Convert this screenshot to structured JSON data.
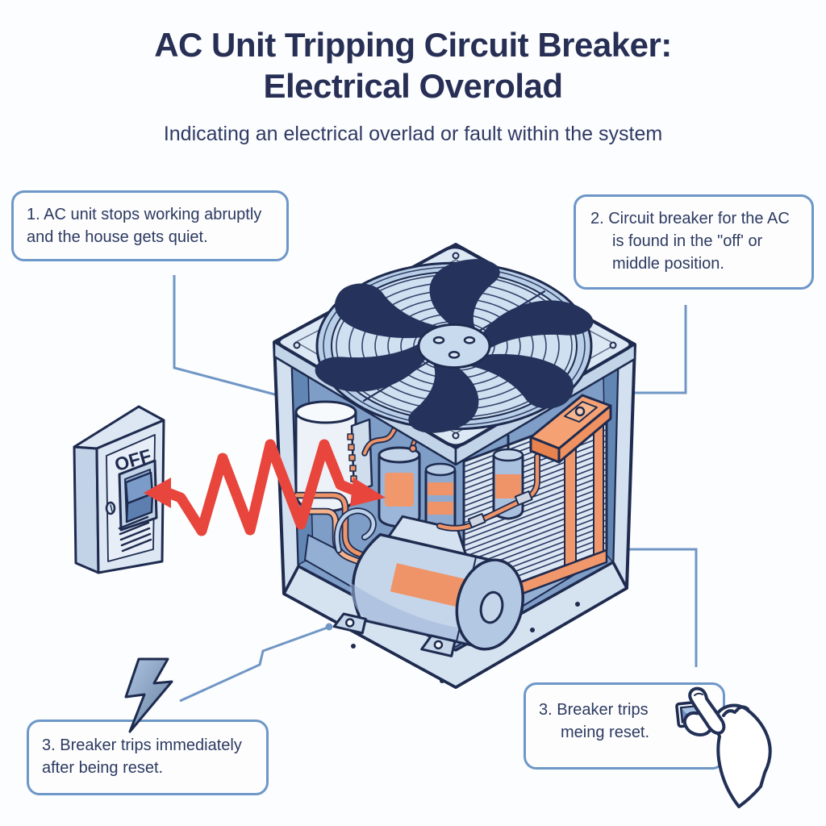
{
  "title": {
    "line1": "AC Unit Tripping Circuit Breaker:",
    "line2": "Electrical Overolad"
  },
  "subtitle": "Indicating an electrical overlad or fault within the system",
  "callouts": {
    "step1": "1. AC unit stops working abruptly and the house gets quiet.",
    "step2": "2. Circuit breaker for the AC is found in the \"off' or middle position.",
    "step3_left": "3. Breaker trips immediately after being reset.",
    "step3_right": "3. Breaker trips meing reset."
  },
  "diagram": {
    "breaker_switch_label": "OFF",
    "icons": [
      "fan-icon",
      "breaker-panel-icon",
      "zigzag-arrow-icon",
      "lightning-bolt-icon",
      "breaker-switch-icon",
      "hand-pressing-breaker-icon"
    ],
    "colors": {
      "accent_red": "#e8453c",
      "steel_blue": "#7096c5",
      "navy_outline": "#1e2b4f",
      "orange": "#ef9468",
      "light_shell": "#d5e2f0"
    }
  }
}
